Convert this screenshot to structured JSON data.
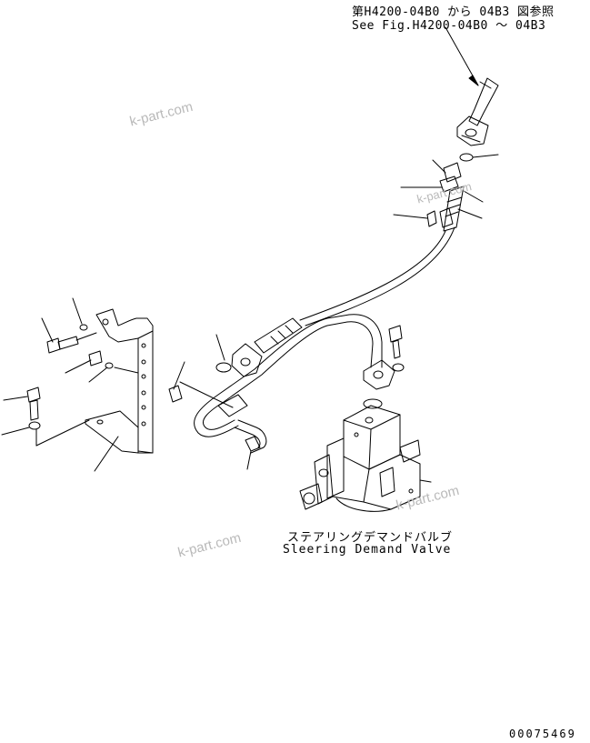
{
  "diagram": {
    "reference_text_jp": "第H4200-04B0 から 04B3 図参照",
    "reference_text_en": "See Fig.H4200-04B0 ～ 04B3",
    "valve_label_jp": "ステアリングデマンドバルブ",
    "valve_label_en": "Sleering Demand Valve",
    "document_number": "00075469"
  },
  "watermarks": [
    "k-part.com",
    "k-part.com",
    "k-part.com",
    "k-part.com"
  ],
  "colors": {
    "line": "#000000",
    "background": "#ffffff",
    "watermark": "#b9b9b9"
  }
}
